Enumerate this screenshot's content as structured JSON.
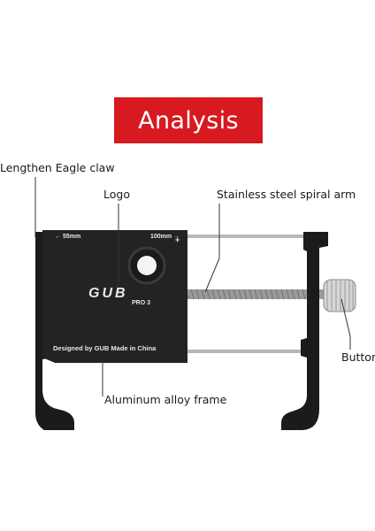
{
  "banner": {
    "title": "Analysis",
    "color": "#d71920"
  },
  "callouts": {
    "eagle_claw": "Lengthen Eagle claw",
    "logo": "Logo",
    "spiral_arm": "Stainless steel spiral arm",
    "button": "Button",
    "frame": "Aluminum alloy frame"
  },
  "plate": {
    "scale_left": "← 55mm",
    "scale_right": "100mm →",
    "scale_plus": "+",
    "brand": "GUB",
    "model": "PRO 3",
    "designed": "Designed by GUB Made in China"
  },
  "icons": [
    "camera-hole-icon",
    "knob-button-icon"
  ]
}
